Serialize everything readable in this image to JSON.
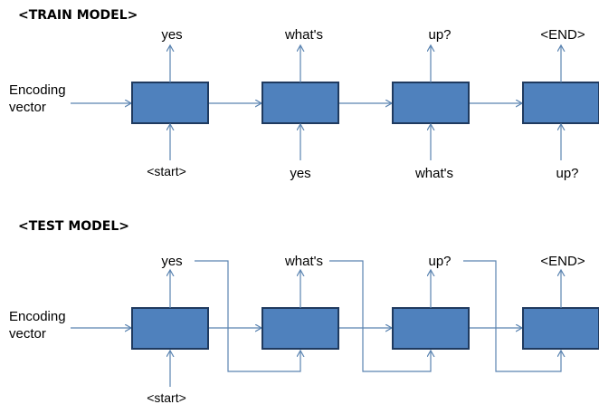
{
  "train": {
    "title": "<TRAIN MODEL>",
    "input_label_line1": "Encoding",
    "input_label_line2": "vector",
    "outputs": [
      "yes",
      "what's",
      "up?",
      "<END>"
    ],
    "inputs": [
      "<start>",
      "yes",
      "what's",
      "up?"
    ]
  },
  "test": {
    "title": "<TEST MODEL>",
    "input_label_line1": "Encoding",
    "input_label_line2": "vector",
    "outputs": [
      "yes",
      "what's",
      "up?",
      "<END>"
    ],
    "inputs": [
      "<start>"
    ]
  },
  "colors": {
    "cell_fill": "#4f81bd",
    "cell_stroke": "#1f3a5f",
    "arrow": "#5b84b1"
  }
}
